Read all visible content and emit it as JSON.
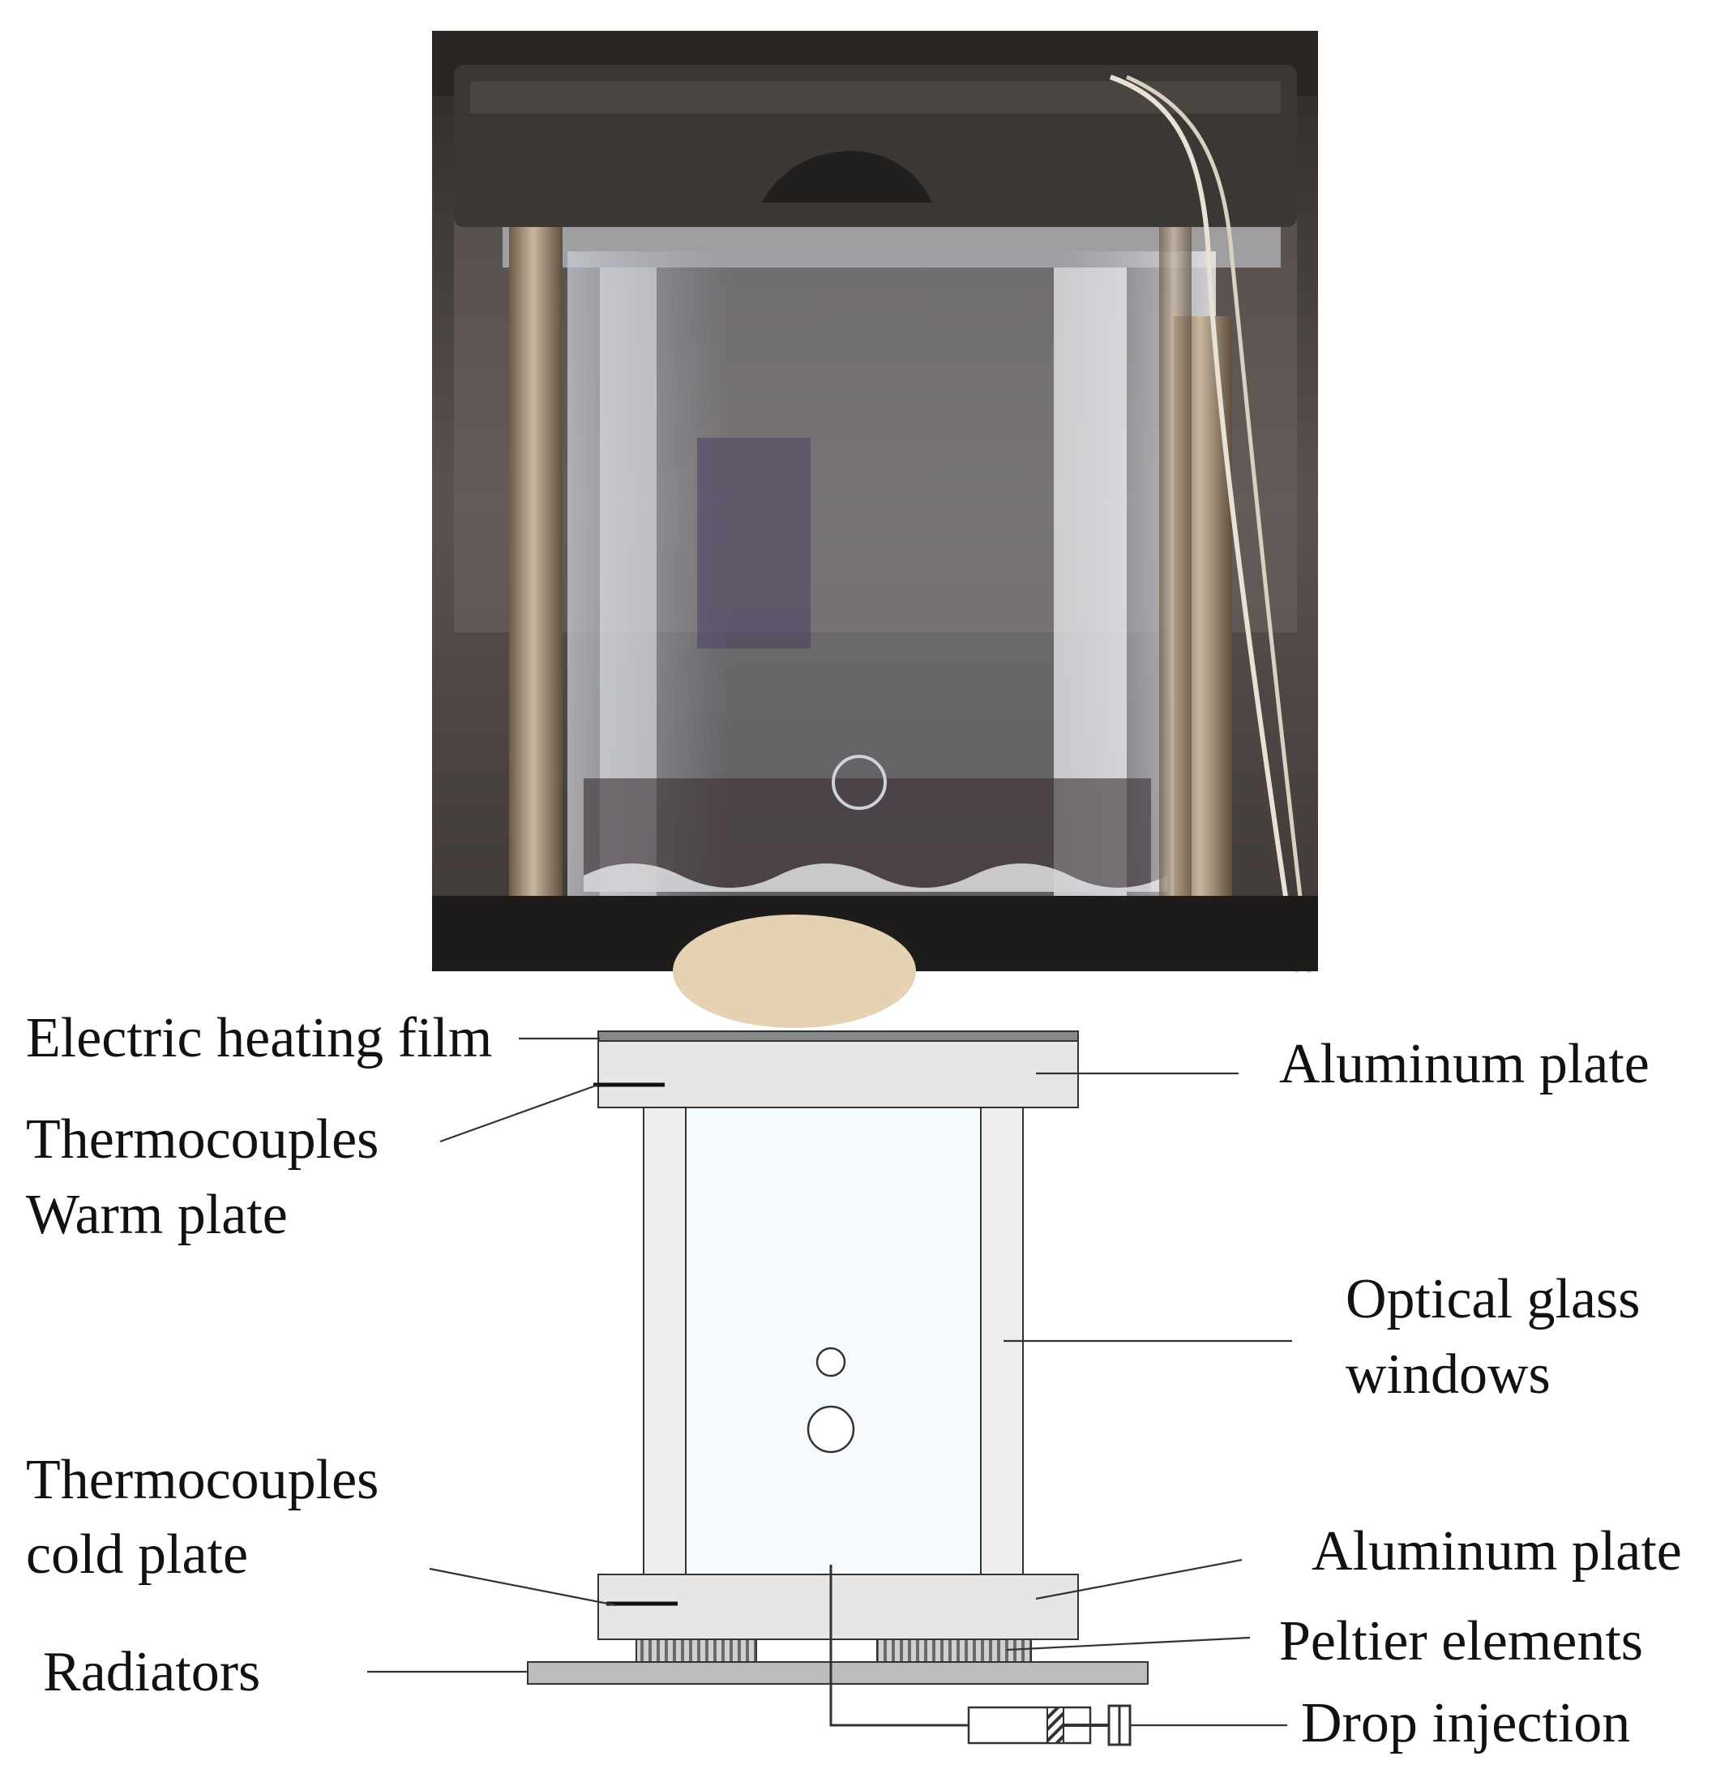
{
  "labels": {
    "heating_film": "Electric heating film",
    "aluminum_top": "Aluminum plate",
    "thermo_warm_1": "Thermocouples",
    "thermo_warm_2": "Warm plate",
    "optical_1": "Optical glass",
    "optical_2": "windows",
    "thermo_cold_1": "Thermocouples",
    "thermo_cold_2": "cold plate",
    "aluminum_bottom": "Aluminum plate",
    "peltier": "Peltier elements",
    "radiators": "Radiators",
    "drop_injection": "Drop injection"
  },
  "colors": {
    "line": "#333333",
    "plate": "#e6e6e6",
    "frame": "#eeeeee",
    "chamber": "#f4fafd",
    "radiator": "#bdbdbd",
    "photo_bg": "#3a3634"
  }
}
